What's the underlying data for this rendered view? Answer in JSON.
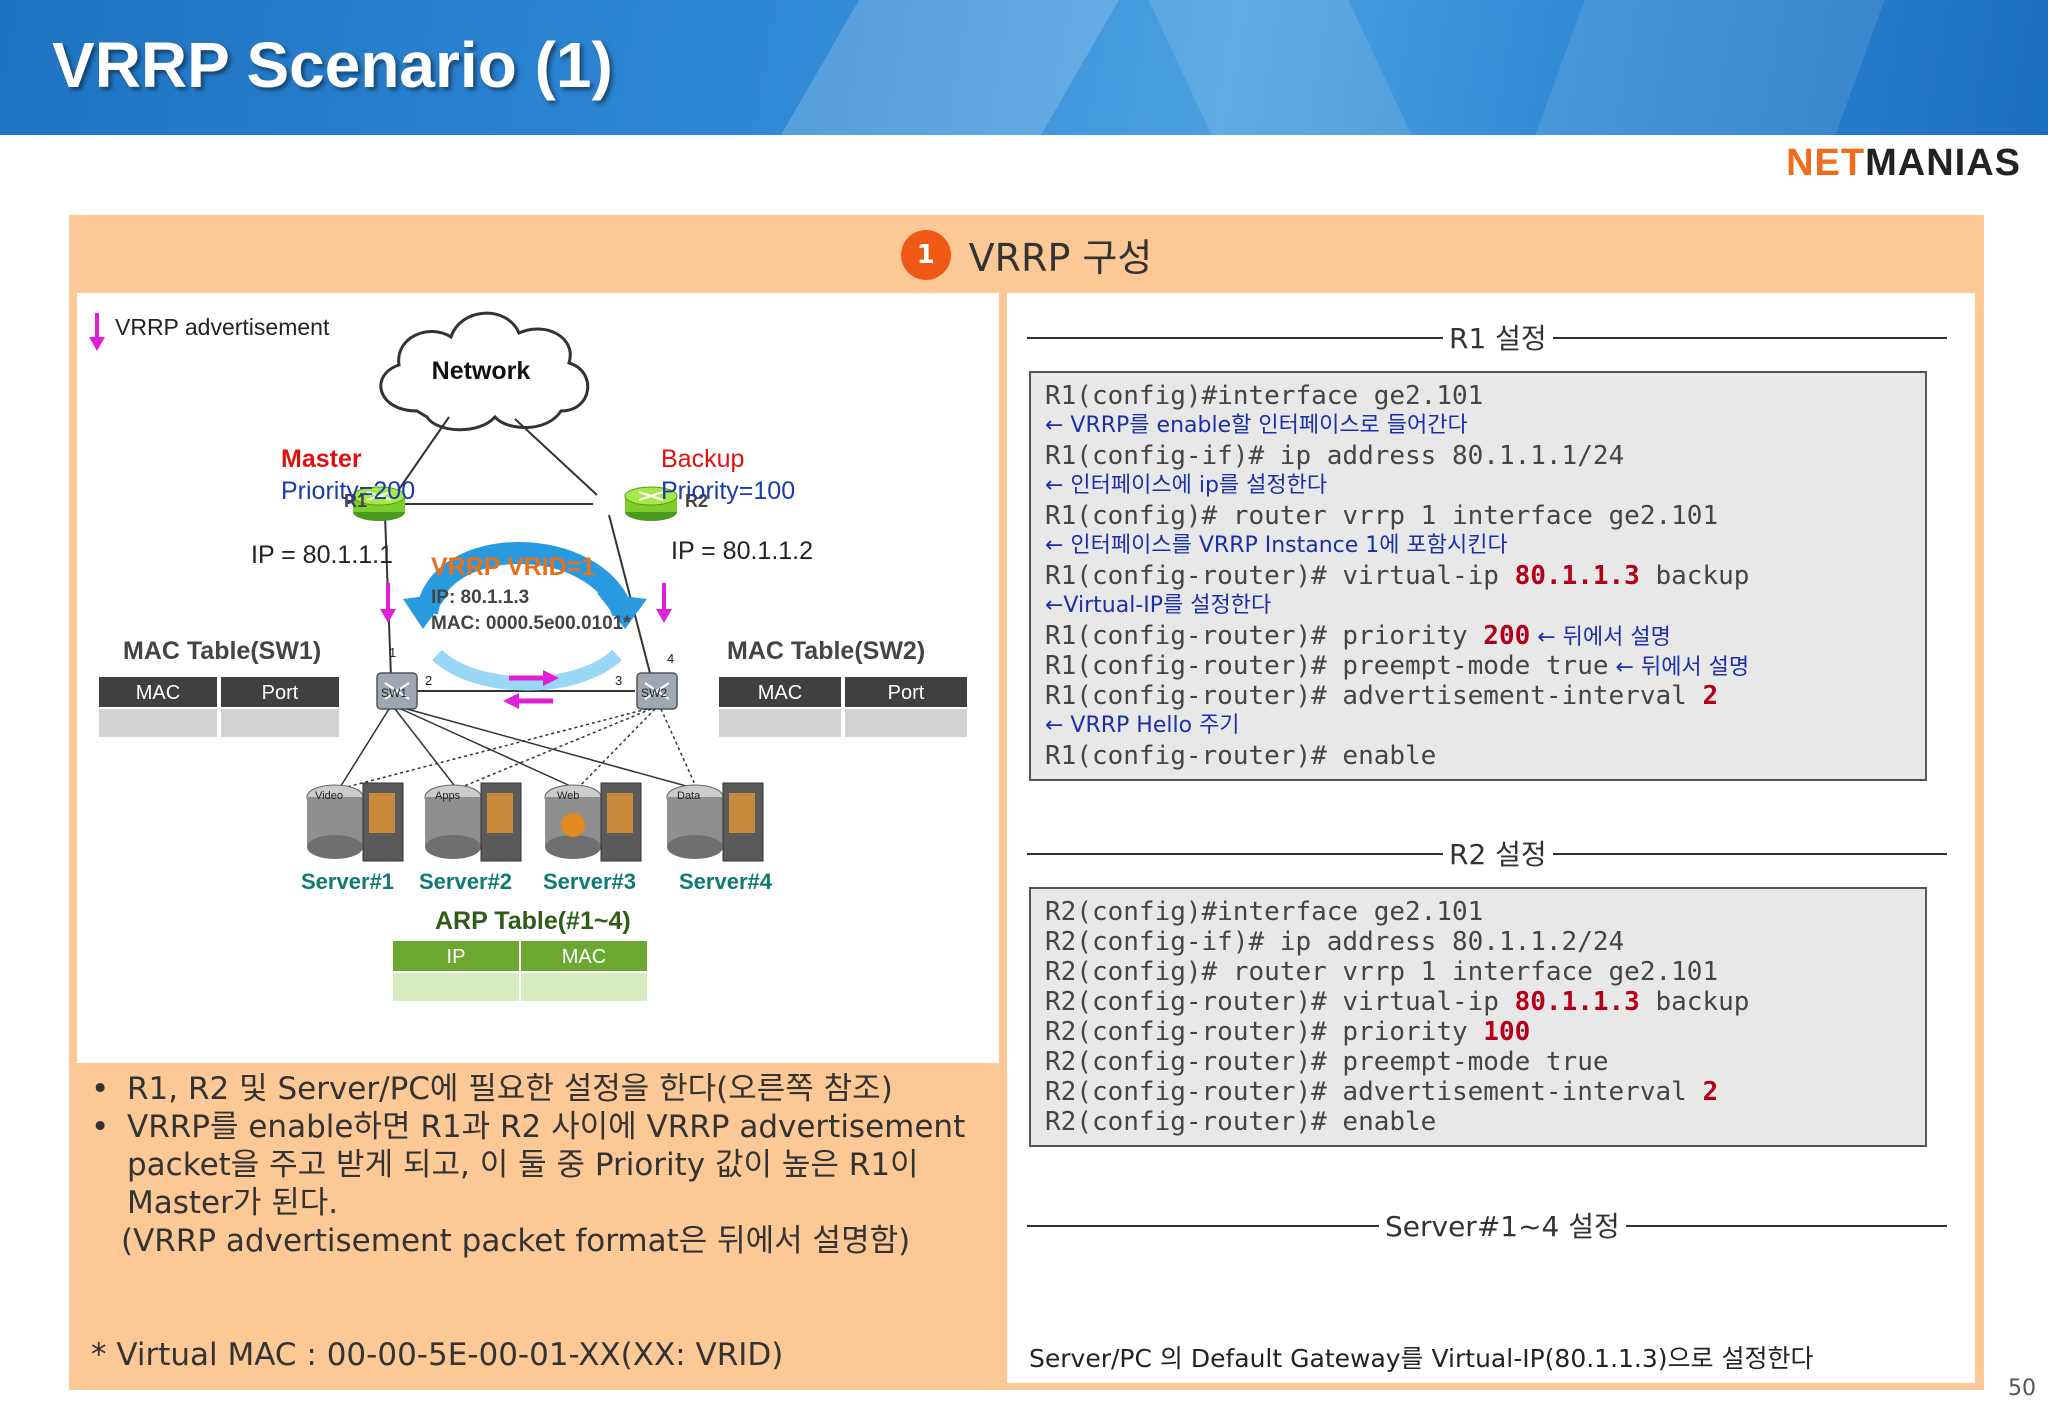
{
  "header": {
    "title": "VRRP Scenario (1)"
  },
  "logo": {
    "net": "NET",
    "manias": "MANIAS"
  },
  "section": {
    "number": "1",
    "title": "VRRP 구성"
  },
  "diagram": {
    "legend": "VRRP advertisement",
    "network": "Network",
    "r1": {
      "name": "R1",
      "role": "Master",
      "priority": "Priority=200",
      "ip": "IP = 80.1.1.1"
    },
    "r2": {
      "name": "R2",
      "role": "Backup",
      "priority": "Priority=100",
      "ip": "IP = 80.1.1.2"
    },
    "vrrp": {
      "label": "VRRP VRID=1",
      "ip": "IP: 80.1.1.3",
      "mac": "MAC: 0000.5e00.0101*"
    },
    "sw1": "SW1",
    "sw2": "SW2",
    "ports": {
      "p1": "1",
      "p2": "2",
      "p3": "3",
      "p4": "4"
    },
    "mac_table_sw1": {
      "title": "MAC Table(SW1)",
      "headers": [
        "MAC",
        "Port"
      ]
    },
    "mac_table_sw2": {
      "title": "MAC Table(SW2)",
      "headers": [
        "MAC",
        "Port"
      ]
    },
    "servers": [
      {
        "name": "Server#1",
        "tag": "Video"
      },
      {
        "name": "Server#2",
        "tag": "Apps"
      },
      {
        "name": "Server#3",
        "tag": "Web"
      },
      {
        "name": "Server#4",
        "tag": "Data"
      }
    ],
    "arp_table": {
      "title": "ARP Table(#1~4)",
      "headers": [
        "IP",
        "MAC"
      ]
    }
  },
  "bullets": [
    "R1,  R2 및 Server/PC에 필요한 설정을 한다(오른쪽 참조)",
    "VRRP를 enable하면 R1과 R2 사이에 VRRP advertisement packet을 주고 받게 되고, 이 둘 중 Priority 값이 높은 R1이 Master가 된다."
  ],
  "bullet_note": "(VRRP advertisement packet format은 뒤에서 설명함)",
  "footnote": "* Virtual MAC : 00-00-5E-00-01-XX(XX: VRID)",
  "r1_config": {
    "title": "R1 설정",
    "lines": {
      "l1": "R1(config)#interface ge2.101",
      "c1": "← VRRP를 enable할 인터페이스로 들어간다",
      "l2": "R1(config-if)# ip address 80.1.1.1/24",
      "c2": "← 인터페이스에 ip를 설정한다",
      "l3": "R1(config)# router vrrp 1 interface ge2.101",
      "c3": "← 인터페이스를 VRRP Instance 1에 포함시킨다",
      "l4a": "R1(config-router)# virtual-ip ",
      "l4b": "80.1.1.3",
      "l4c": " backup",
      "c4": "←Virtual-IP를 설정한다",
      "l5a": "R1(config-router)# priority ",
      "l5b": "200",
      "l5c": " ← 뒤에서 설명",
      "l6a": "R1(config-router)# preempt-mode true",
      "l6b": " ← 뒤에서 설명",
      "l7a": "R1(config-router)# advertisement-interval ",
      "l7b": "2",
      "c7": "← VRRP Hello 주기",
      "l8": "R1(config-router)# enable"
    }
  },
  "r2_config": {
    "title": "R2 설정",
    "lines": {
      "l1": "R2(config)#interface ge2.101",
      "l2": "R2(config-if)# ip address 80.1.1.2/24",
      "l3": "R2(config)# router vrrp 1 interface ge2.101",
      "l4a": "R2(config-router)# virtual-ip ",
      "l4b": "80.1.1.3",
      "l4c": " backup",
      "l5a": "R2(config-router)# priority ",
      "l5b": "100",
      "l6": "R2(config-router)# preempt-mode true",
      "l7a": "R2(config-router)# advertisement-interval ",
      "l7b": "2",
      "l8": "R2(config-router)# enable"
    }
  },
  "server_config": {
    "title": "Server#1~4 설정",
    "text": "Server/PC 의 Default Gateway를 Virtual-IP(80.1.1.3)으로 설정한다"
  },
  "page_number": "50",
  "colors": {
    "accent": "#ee5a16",
    "panel": "#fcc896",
    "header": "#2d86d4",
    "value_red": "#b3001b",
    "comment_blue": "#1a2fa8",
    "master_red": "#e01010",
    "server_teal": "#0f7a72",
    "arp_green": "#6ca831",
    "vrrp_orange": "#e8701a",
    "advert_magenta": "#e020d8"
  }
}
